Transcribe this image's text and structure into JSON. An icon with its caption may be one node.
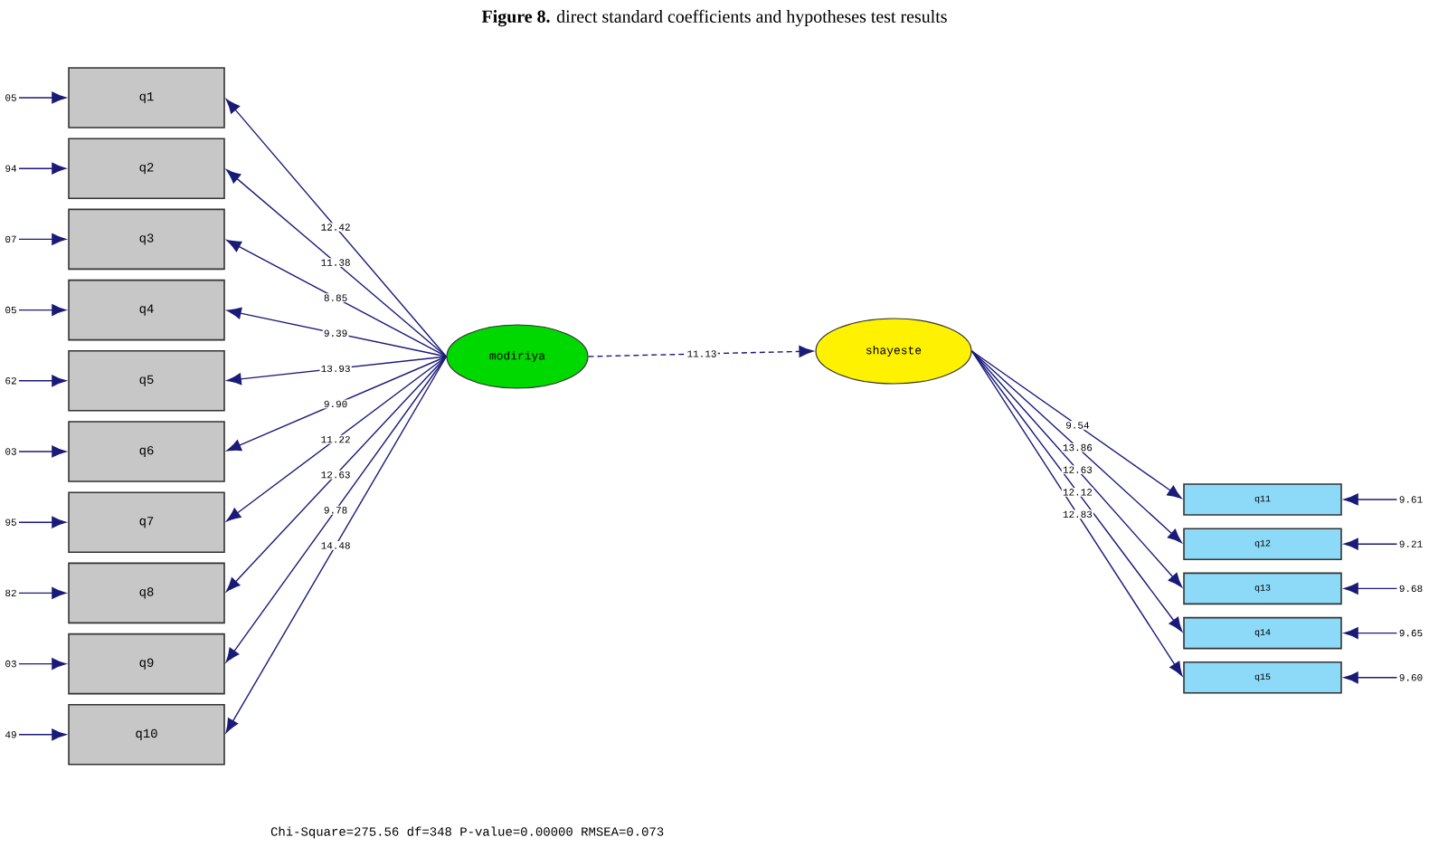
{
  "diagram": {
    "title": "**Figure 8.** direct standard coefficients and hypotheses test results",
    "nodes": [
      {
        "text": [
          "q1"
        ]
      },
      {
        "text": [
          "q2"
        ]
      },
      {
        "text": [
          "q3"
        ]
      },
      {
        "text": [
          "q4"
        ]
      },
      {
        "text": [
          "q5"
        ]
      },
      {
        "text": [
          "q6"
        ]
      },
      {
        "text": [
          "q7"
        ]
      },
      {
        "text": [
          "q8"
        ]
      },
      {
        "text": [
          "q9"
        ]
      },
      {
        "text": [
          "q10"
        ]
      },
      {
        "text": [
          "modiriya"
        ]
      },
      {
        "text": [
          "shayeste"
        ]
      },
      {
        "text": [
          "q11"
        ]
      },
      {
        "text": [
          "q12"
        ]
      },
      {
        "text": [
          "q13"
        ]
      },
      {
        "text": [
          "q14"
        ]
      },
      {
        "text": [
          "q15"
        ]
      },
      {
        "text": [
          "05"
        ]
      },
      {
        "text": [
          "94"
        ]
      },
      {
        "text": [
          "07"
        ]
      },
      {
        "text": [
          "05"
        ]
      },
      {
        "text": [
          "62"
        ]
      },
      {
        "text": [
          "03"
        ]
      },
      {
        "text": [
          "95"
        ]
      },
      {
        "text": [
          "82"
        ]
      },
      {
        "text": [
          "03"
        ]
      },
      {
        "text": [
          "49"
        ]
      },
      {
        "text": [
          "9.61"
        ]
      },
      {
        "text": [
          "9.21"
        ]
      },
      {
        "text": [
          "9.68"
        ]
      },
      {
        "text": [
          "9.65"
        ]
      },
      {
        "text": [
          "9.60"
        ]
      }
    ],
    "edges": [
      {
        "from": 10,
        "to": 0,
        "arrow": "to",
        "label": "12.42"
      },
      {
        "from": 10,
        "to": 1,
        "arrow": "to",
        "label": "11.38"
      },
      {
        "from": 10,
        "to": 2,
        "arrow": "to",
        "label": "8.85"
      },
      {
        "from": 10,
        "to": 3,
        "arrow": "to",
        "label": "9.39"
      },
      {
        "from": 10,
        "to": 4,
        "arrow": "to",
        "label": "13.93"
      },
      {
        "from": 10,
        "to": 5,
        "arrow": "to",
        "label": "9.90"
      },
      {
        "from": 10,
        "to": 6,
        "arrow": "to",
        "label": "11.22"
      },
      {
        "from": 10,
        "to": 7,
        "arrow": "to",
        "label": "12.63"
      },
      {
        "from": 10,
        "to": 8,
        "arrow": "to",
        "label": "9.78"
      },
      {
        "from": 10,
        "to": 9,
        "arrow": "to",
        "label": "14.48"
      },
      {
        "from": 10,
        "to": 11,
        "arrow": "to",
        "label": "11.13",
        "style": "dashed"
      },
      {
        "from": 11,
        "to": 12,
        "arrow": "to",
        "label": "9.54"
      },
      {
        "from": 11,
        "to": 13,
        "arrow": "to",
        "label": "13.86"
      },
      {
        "from": 11,
        "to": 14,
        "arrow": "to",
        "label": "12.63"
      },
      {
        "from": 11,
        "to": 15,
        "arrow": "to",
        "label": "12.12"
      },
      {
        "from": 11,
        "to": 16,
        "arrow": "to",
        "label": "12.83"
      },
      {
        "from": 17,
        "to": 0,
        "arrow": "to"
      },
      {
        "from": 18,
        "to": 1,
        "arrow": "to"
      },
      {
        "from": 19,
        "to": 2,
        "arrow": "to"
      },
      {
        "from": 20,
        "to": 3,
        "arrow": "to"
      },
      {
        "from": 21,
        "to": 4,
        "arrow": "to"
      },
      {
        "from": 22,
        "to": 5,
        "arrow": "to"
      },
      {
        "from": 23,
        "to": 6,
        "arrow": "to"
      },
      {
        "from": 24,
        "to": 7,
        "arrow": "to"
      },
      {
        "from": 25,
        "to": 8,
        "arrow": "to"
      },
      {
        "from": 26,
        "to": 9,
        "arrow": "to"
      },
      {
        "from": 27,
        "to": 12,
        "arrow": "to"
      },
      {
        "from": 28,
        "to": 13,
        "arrow": "to"
      },
      {
        "from": 29,
        "to": 14,
        "arrow": "to"
      },
      {
        "from": 30,
        "to": 15,
        "arrow": "to"
      },
      {
        "from": 31,
        "to": 16,
        "arrow": "to"
      }
    ],
    "labels": [
      "Chi-Square=275.56  df=348  P-value=0.00000  RMSEA=0.073"
    ]
  }
}
